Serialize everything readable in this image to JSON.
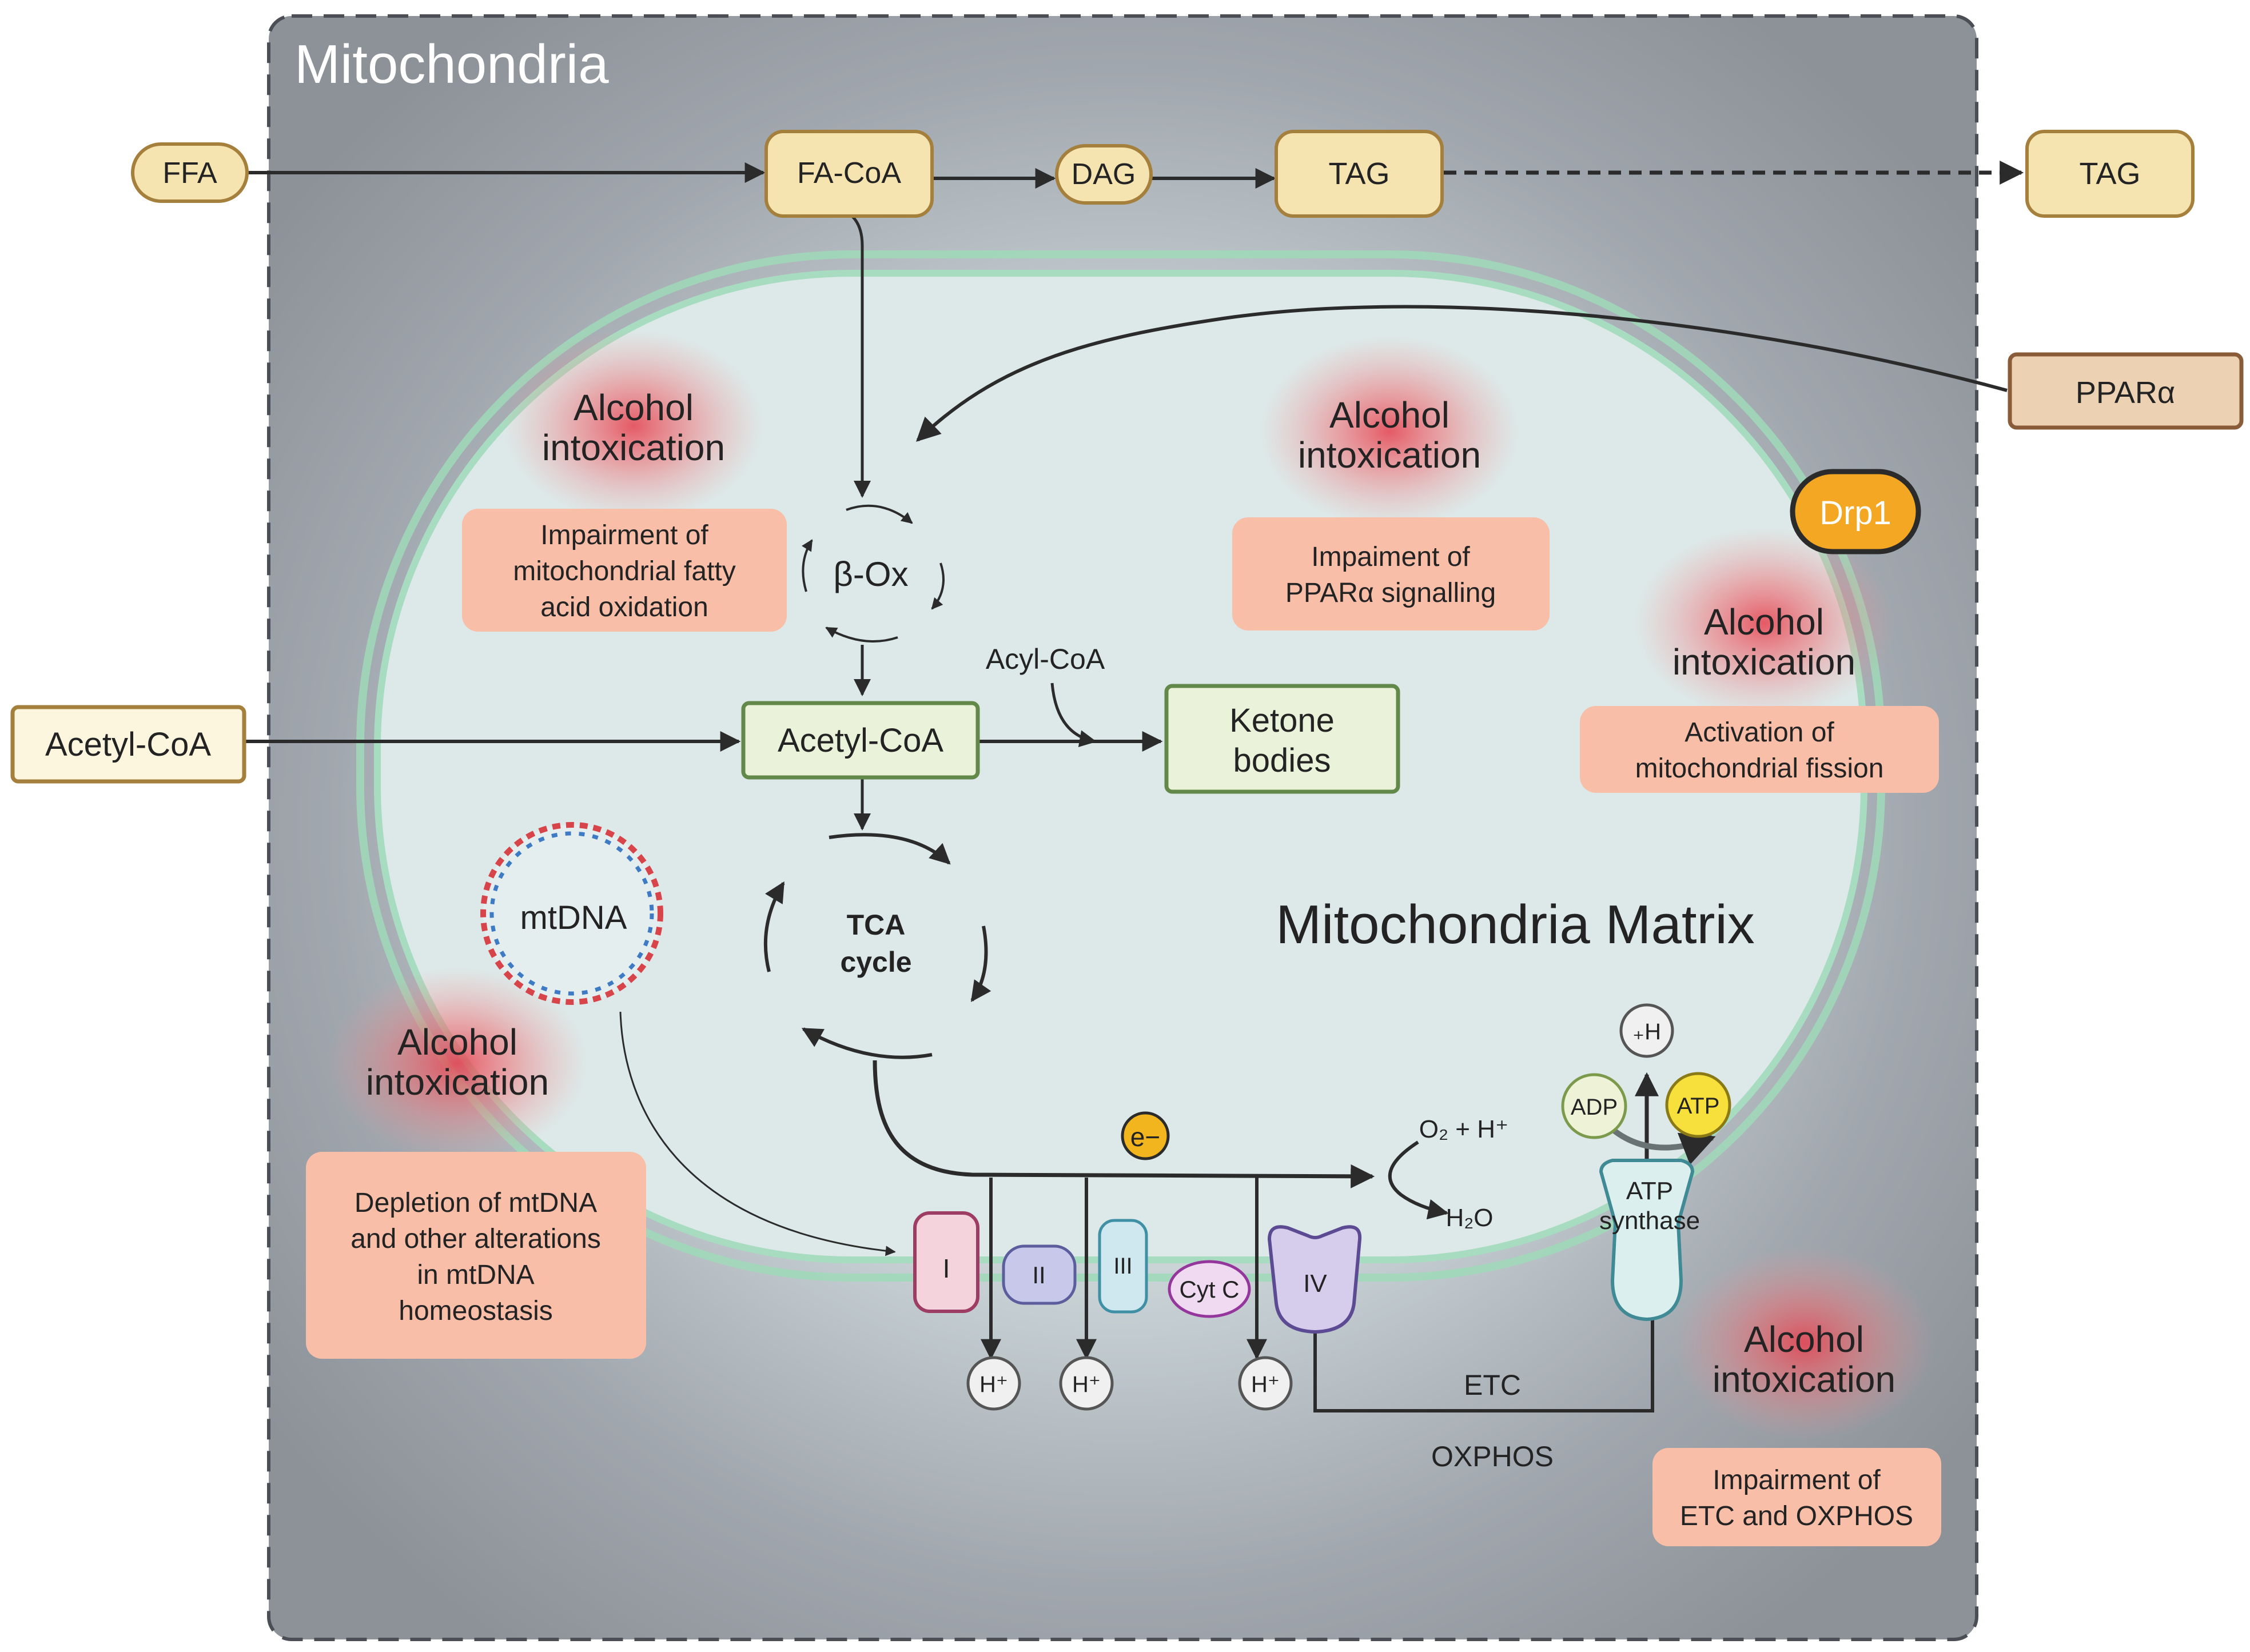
{
  "title": "Mitochondria",
  "matrix_label": "Mitochondria Matrix",
  "nodes": {
    "ffa": "FFA",
    "fa_coa": "FA-CoA",
    "dag": "DAG",
    "tag_inner": "TAG",
    "tag_outer": "TAG",
    "ppara": "PPARα",
    "drp1": "Drp1",
    "acetyl_coa_outer": "Acetyl-CoA",
    "acetyl_coa_inner": "Acetyl-CoA",
    "ketone_line1": "Ketone",
    "ketone_line2": "bodies",
    "acyl_coa": "Acyl-CoA",
    "beta_ox": "β-Ox",
    "tca_line1": "TCA",
    "tca_line2": "cycle",
    "mtdna": "mtDNA",
    "electron": "e−",
    "water": "H₂O",
    "oxygen_proton": "O₂ + H⁺",
    "atp_synthase_line1": "ATP",
    "atp_synthase_line2": "synthase",
    "adp": "ADP",
    "atp": "ATP",
    "proton_top": "₊H",
    "proton_1": "H⁺",
    "proton_2": "H⁺",
    "proton_3": "H⁺",
    "etc": "ETC",
    "oxphos": "OXPHOS",
    "complex_1": "I",
    "complex_2": "II",
    "complex_3": "III",
    "cyt_c": "Cyt C",
    "complex_4": "IV"
  },
  "alcohol_label": {
    "line1": "Alcohol",
    "line2": "intoxication"
  },
  "effects": {
    "fao": [
      "Impairment of",
      "mitochondrial fatty",
      "acid oxidation"
    ],
    "ppara": [
      "Impaiment of",
      "PPARα signalling"
    ],
    "fission": [
      "Activation of",
      "mitochondrial fission"
    ],
    "mtdna": [
      "Depletion of mtDNA",
      "and other alterations",
      "in mtDNA",
      "homeostasis"
    ],
    "etc": [
      "Impairment of",
      "ETC and OXPHOS"
    ]
  },
  "colors": {
    "mito_bg": "#8d9299",
    "matrix_fill": "#dde9e9",
    "membrane": "#9fd9b8",
    "lipid_box": "#f5e3b0",
    "lipid_border": "#a57f3c",
    "green_box": "#eaf3d9",
    "green_border": "#62884a",
    "effect_box": "#f8bea8",
    "alcohol_glow": "#e6404e",
    "drp1": "#f3a722",
    "atp": "#f7df3c"
  }
}
